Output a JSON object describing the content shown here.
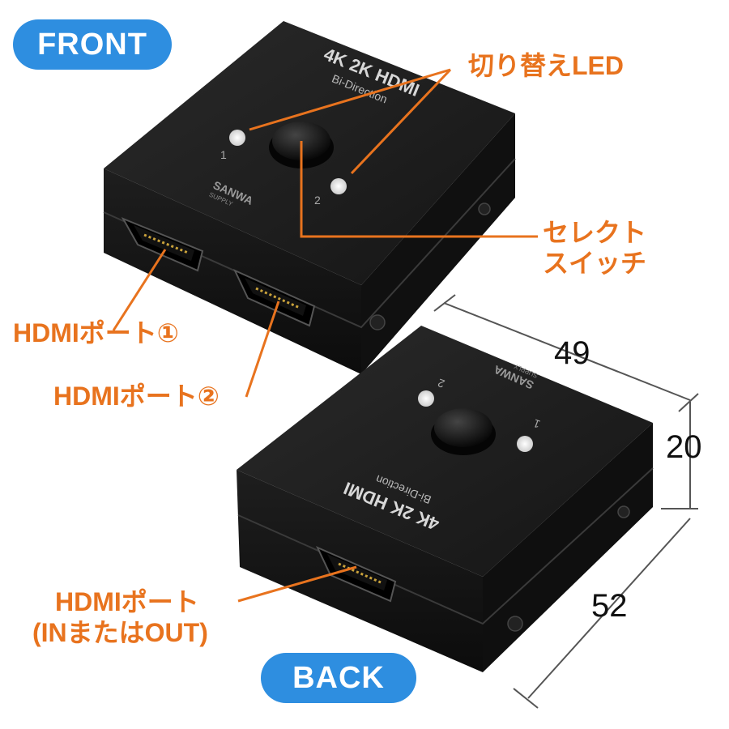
{
  "badges": {
    "front": "FRONT",
    "back": "BACK"
  },
  "device_front": {
    "brand_logo": "4K 2K HDMI",
    "subtitle": "Bi-Direction",
    "maker": "SANWA",
    "maker_sub": "SUPPLY",
    "led_1_number": "1",
    "led_2_number": "2"
  },
  "device_back": {
    "brand_logo": "4K 2K HDMI",
    "subtitle": "Bi-Direction",
    "maker": "SANWA",
    "maker_sub": "SUPPLY",
    "led_1_number": "1",
    "led_2_number": "2"
  },
  "callouts": {
    "led": "切り替えLED",
    "select_switch_line1": "セレクト",
    "select_switch_line2": "スイッチ",
    "hdmi_port_1": "HDMIポート①",
    "hdmi_port_2": "HDMIポート②",
    "hdmi_port_back_line1": "HDMIポート",
    "hdmi_port_back_line2": "(INまたはOUT)"
  },
  "dimensions": {
    "width": "49",
    "height": "20",
    "depth": "52"
  },
  "colors": {
    "accent": "#e8731e",
    "badge": "#2e8ee0",
    "device": "#1a1a1a"
  }
}
